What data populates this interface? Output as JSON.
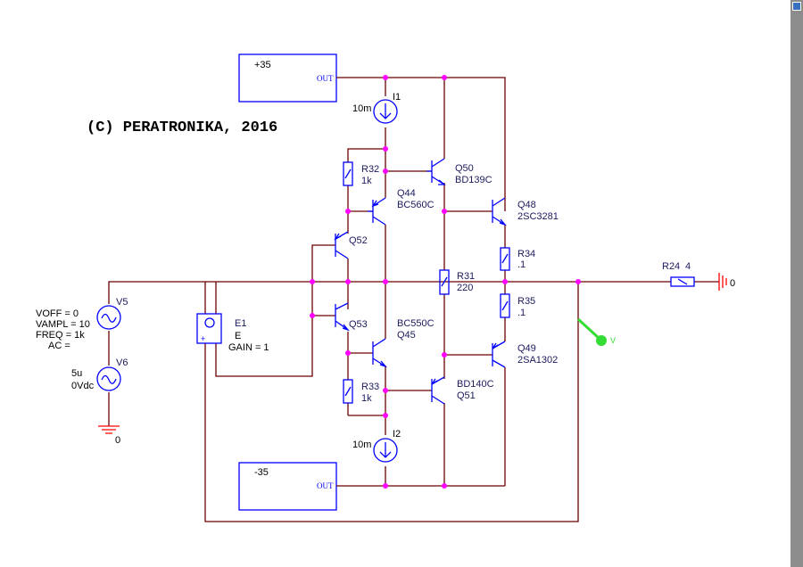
{
  "copyright": "(C)  PERATRONIKA, 2016",
  "supplies": [
    {
      "label": "+35",
      "pin": "OUT"
    },
    {
      "label": "-35",
      "pin": "OUT"
    }
  ],
  "current_sources": [
    {
      "ref": "I1",
      "value": "10m"
    },
    {
      "ref": "I2",
      "value": "10m"
    }
  ],
  "resistors": [
    {
      "ref": "R32",
      "value": "1k"
    },
    {
      "ref": "R33",
      "value": "1k"
    },
    {
      "ref": "R31",
      "value": "220"
    },
    {
      "ref": "R34",
      "value": ".1"
    },
    {
      "ref": "R35",
      "value": ".1"
    },
    {
      "ref": "R24",
      "value": "4"
    }
  ],
  "transistors": [
    {
      "ref": "Q50",
      "model": "BD139C"
    },
    {
      "ref": "Q44",
      "model": "BC560C"
    },
    {
      "ref": "Q48",
      "model": "2SC3281"
    },
    {
      "ref": "Q52",
      "model": ""
    },
    {
      "ref": "Q53",
      "model": ""
    },
    {
      "ref": "Q45",
      "model": "BC550C"
    },
    {
      "ref": "Q49",
      "model": "2SA1302"
    },
    {
      "ref": "Q51",
      "model": "BD140C"
    }
  ],
  "sources": {
    "V5": {
      "ref": "V5",
      "params": [
        "VOFF = 0",
        "VAMPL = 10",
        "FREQ = 1k",
        "AC ="
      ]
    },
    "V6": {
      "ref": "V6",
      "params": [
        "5u",
        "0Vdc"
      ]
    }
  },
  "vcvs": {
    "ref": "E1",
    "type": "E",
    "gain": "GAIN = 1"
  },
  "grounds": [
    {
      "label": "0"
    },
    {
      "label": "0"
    }
  ],
  "probe": {
    "label": "V",
    "color": "#33dd33"
  },
  "colors": {
    "wire": "#6b0000",
    "pin": "#ff0000",
    "symbol": "#0000ff",
    "junction": "#ff00ff",
    "label": "#1a1a5e"
  }
}
